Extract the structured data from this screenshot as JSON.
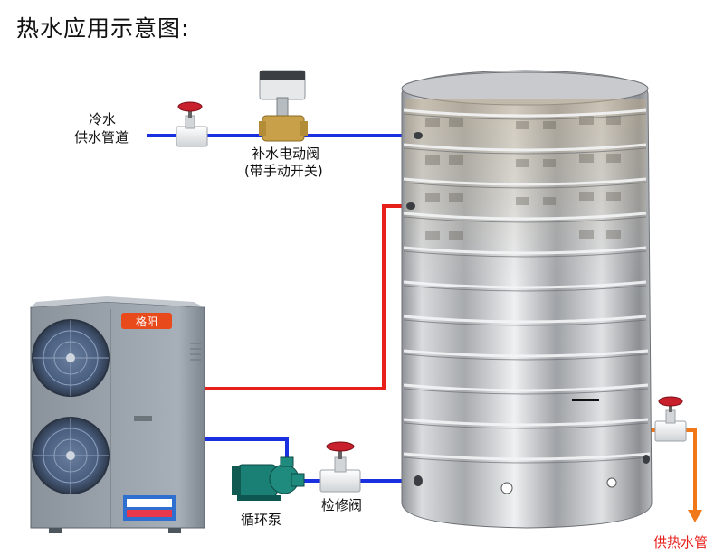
{
  "title": "热水应用示意图:",
  "labels": {
    "cold_water_line1": "冷水",
    "cold_water_line2": "供水管道",
    "motor_valve_line1": "补水电动阀",
    "motor_valve_line2": "(带手动开关)",
    "pump": "循环泵",
    "service_valve": "检修阀",
    "hot_water_outlet": "供热水管"
  },
  "heat_pump_logo_text": "格阳",
  "colors": {
    "cold_pipe": "#1a2fe0",
    "hot_pipe": "#e8201c",
    "outlet_pipe": "#f07818",
    "outlet_label": "#e8201c",
    "valve_handle": "#c8202c",
    "pump_body": "#1a7f74",
    "heat_pump_body": "#9aa3ad"
  }
}
